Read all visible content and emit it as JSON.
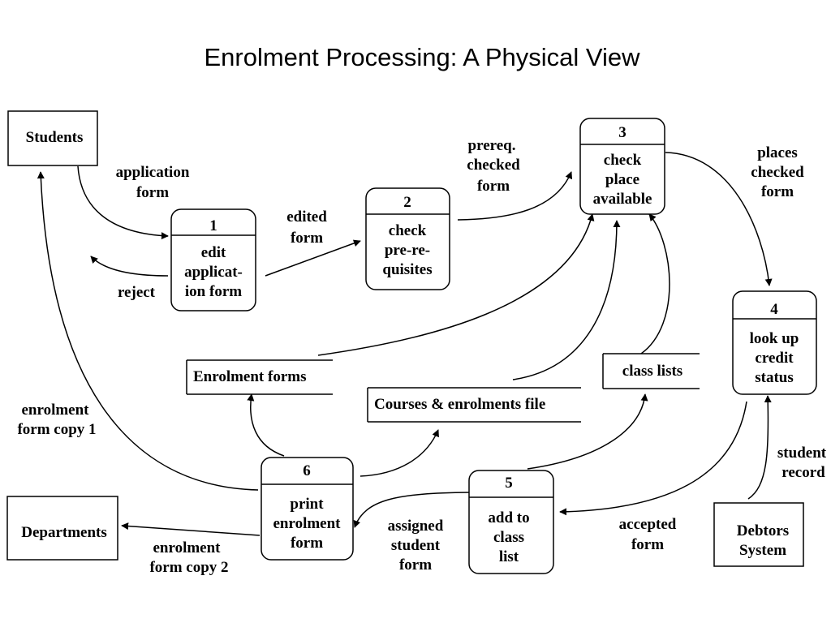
{
  "title": "Enrolment Processing: A Physical View",
  "processes": {
    "p1": {
      "num": "1",
      "lines": [
        "edit",
        "applicat-",
        "ion form"
      ]
    },
    "p2": {
      "num": "2",
      "lines": [
        "check",
        "pre-re-",
        "quisites"
      ]
    },
    "p3": {
      "num": "3",
      "lines": [
        "check",
        "place",
        "available"
      ]
    },
    "p4": {
      "num": "4",
      "lines": [
        "look up",
        "credit",
        "status"
      ]
    },
    "p5": {
      "num": "5",
      "lines": [
        "add to",
        "class",
        "list"
      ]
    },
    "p6": {
      "num": "6",
      "lines": [
        "print",
        "enrolment",
        "form"
      ]
    }
  },
  "entities": {
    "students": "Students",
    "departments": "Departments",
    "debtors": [
      "Debtors",
      "System"
    ]
  },
  "stores": {
    "enrolment_forms": "Enrolment forms",
    "courses_file": "Courses & enrolments file",
    "class_lists": "class lists"
  },
  "flows": {
    "application_form": [
      "application",
      "form"
    ],
    "reject": [
      "reject"
    ],
    "edited_form": [
      "edited",
      "form"
    ],
    "prereq_checked": [
      "prereq.",
      "checked",
      "form"
    ],
    "places_checked": [
      "places",
      "checked",
      "form"
    ],
    "enrolment_copy1": [
      "enrolment",
      "form copy 1"
    ],
    "enrolment_copy2": [
      "enrolment",
      "form copy 2"
    ],
    "assigned_student": [
      "assigned",
      "student",
      "form"
    ],
    "accepted_form": [
      "accepted",
      "form"
    ],
    "student_record": [
      "student",
      "record"
    ]
  }
}
